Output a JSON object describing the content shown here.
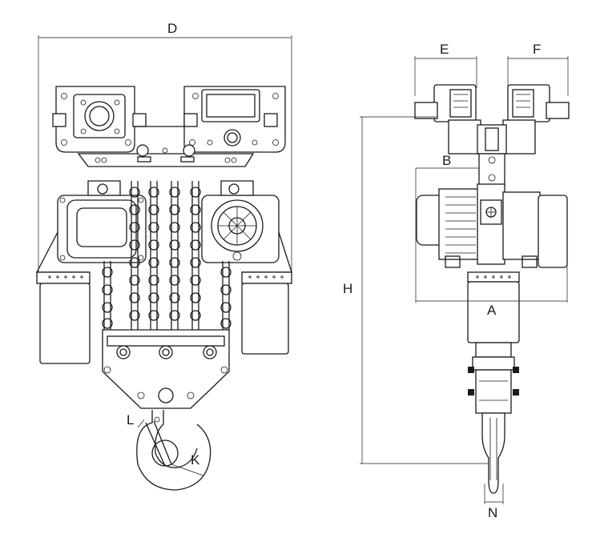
{
  "labels": {
    "D": "D",
    "E": "E",
    "F": "F",
    "B": "B",
    "A": "A",
    "H": "H",
    "L": "L",
    "K": "K",
    "N": "N"
  },
  "colors": {
    "line": "#1a1a1a",
    "background": "#ffffff"
  }
}
